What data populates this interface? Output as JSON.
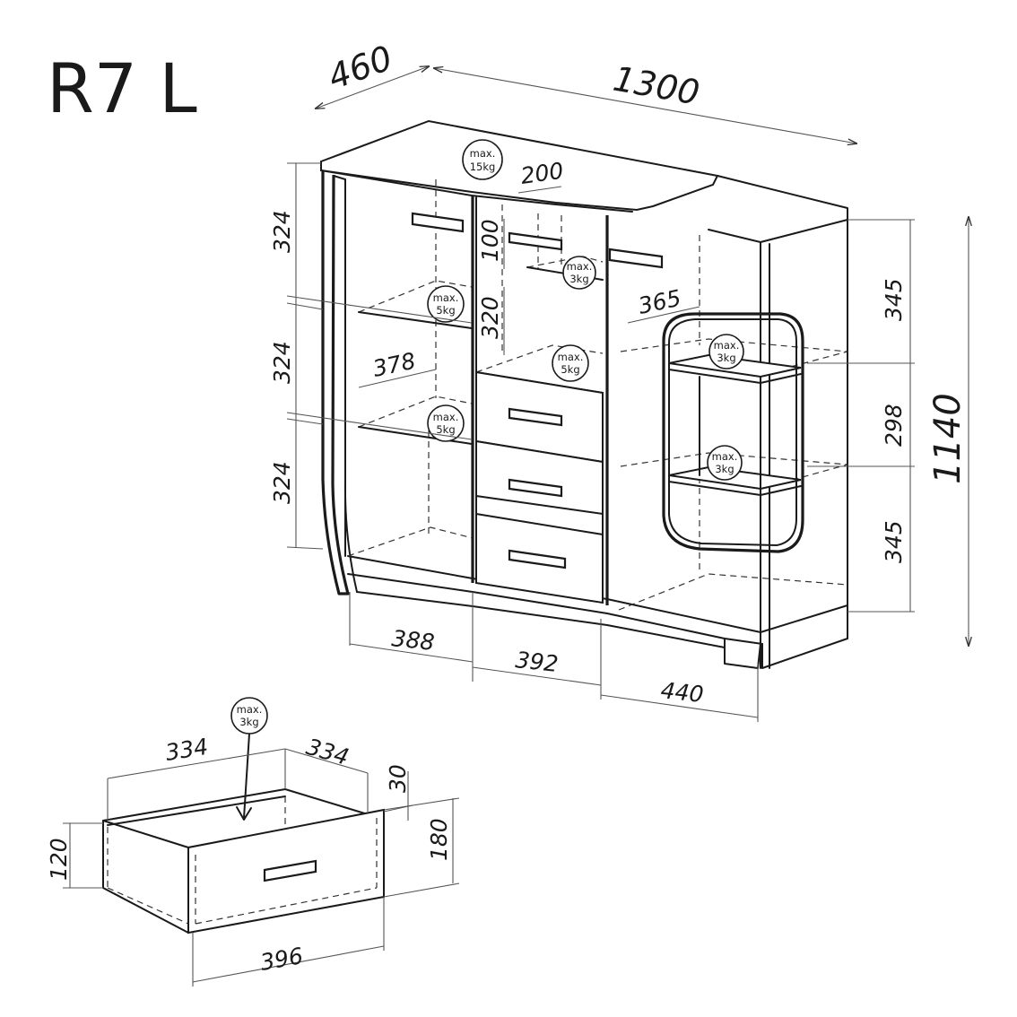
{
  "title": "R7 L",
  "dims": {
    "depth": "460",
    "width": "1300",
    "height": "1140",
    "left_top": "324",
    "left_mid": "324",
    "left_bot": "324",
    "right_top": "345",
    "right_mid": "298",
    "right_bot": "345",
    "top_shelf_w": "200",
    "top_shelf_h": "100",
    "mid_comp_h": "320",
    "left_depth": "378",
    "right_depth": "365",
    "w_left": "388",
    "w_mid": "392",
    "w_right": "440",
    "drawer_w1": "334",
    "drawer_w2": "334",
    "drawer_front_w": "396",
    "drawer_h": "120",
    "drawer_front_h": "180",
    "drawer_gap": "30"
  },
  "badges": {
    "top": {
      "line1": "max.",
      "line2": "15kg"
    },
    "shelf_mid_top": {
      "line1": "max.",
      "line2": "3kg"
    },
    "left_shelf1": {
      "line1": "max.",
      "line2": "5kg"
    },
    "mid_shelf": {
      "line1": "max.",
      "line2": "5kg"
    },
    "left_shelf2": {
      "line1": "max.",
      "line2": "5kg"
    },
    "right_shelf1": {
      "line1": "max.",
      "line2": "3kg"
    },
    "right_shelf2": {
      "line1": "max.",
      "line2": "3kg"
    },
    "drawer": {
      "line1": "max.",
      "line2": "3kg"
    }
  }
}
